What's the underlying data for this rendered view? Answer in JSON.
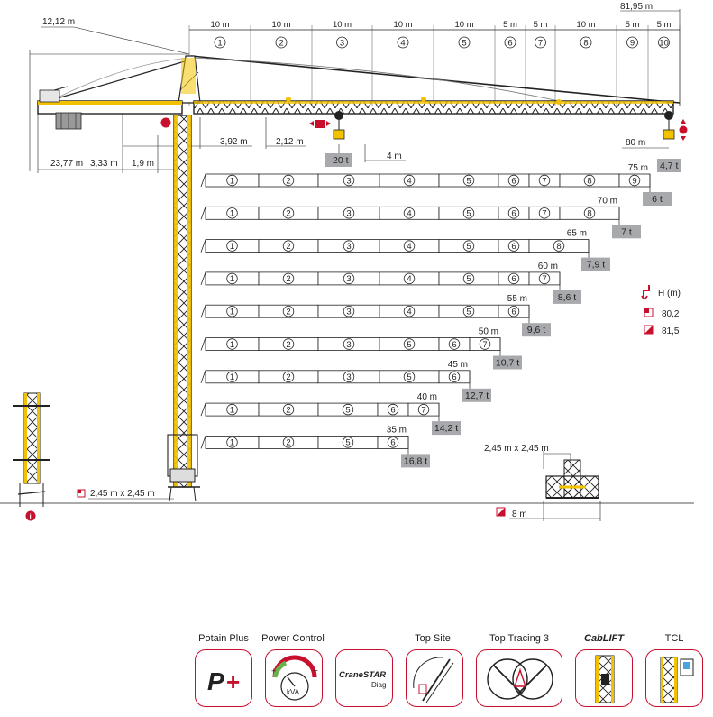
{
  "top_dims": {
    "left_offset": "12,12 m",
    "total": "81,95 m",
    "segments": [
      {
        "len": "10 m",
        "n": "1"
      },
      {
        "len": "10 m",
        "n": "2"
      },
      {
        "len": "10 m",
        "n": "3"
      },
      {
        "len": "10 m",
        "n": "4"
      },
      {
        "len": "10 m",
        "n": "5"
      },
      {
        "len": "5 m",
        "n": "6"
      },
      {
        "len": "5 m",
        "n": "7"
      },
      {
        "len": "10 m",
        "n": "8"
      },
      {
        "len": "5 m",
        "n": "9"
      },
      {
        "len": "5 m",
        "n": "10"
      }
    ]
  },
  "mast_dims": {
    "counter_jib": "23,77 m",
    "d333": "3,33 m",
    "d19": "1,9 m",
    "d392": "3,92 m",
    "d212": "2,12 m",
    "trolley": "4 m",
    "tip_radius": "80 m",
    "max_load": "20 t",
    "tip_load": "4,7 t"
  },
  "configs": [
    {
      "radius": "75 m",
      "segs": [
        "1",
        "2",
        "3",
        "4",
        "5",
        "6",
        "7",
        "8",
        "9"
      ],
      "load": "6 t"
    },
    {
      "radius": "70 m",
      "segs": [
        "1",
        "2",
        "3",
        "4",
        "5",
        "6",
        "7",
        "8"
      ],
      "load": "7 t"
    },
    {
      "radius": "65 m",
      "segs": [
        "1",
        "2",
        "3",
        "4",
        "5",
        "6",
        "8"
      ],
      "load": "7,9 t"
    },
    {
      "radius": "60 m",
      "segs": [
        "1",
        "2",
        "3",
        "4",
        "5",
        "6",
        "7"
      ],
      "load": "8,6 t"
    },
    {
      "radius": "55 m",
      "segs": [
        "1",
        "2",
        "3",
        "4",
        "5",
        "6"
      ],
      "load": "9,6 t"
    },
    {
      "radius": "50 m",
      "segs": [
        "1",
        "2",
        "3",
        "5",
        "6",
        "7"
      ],
      "load": "10,7 t"
    },
    {
      "radius": "45 m",
      "segs": [
        "1",
        "2",
        "3",
        "5",
        "6"
      ],
      "load": "12,7 t"
    },
    {
      "radius": "40 m",
      "segs": [
        "1",
        "2",
        "5",
        "6",
        "7"
      ],
      "load": "14,2 t"
    },
    {
      "radius": "35 m",
      "segs": [
        "1",
        "2",
        "5",
        "6"
      ],
      "load": "16,8 t"
    }
  ],
  "legend": {
    "title": "H (m)",
    "values": [
      "80,2",
      "81,5"
    ]
  },
  "base": {
    "mast_section": "2,45 m x 2,45 m",
    "right_section": "2,45 m x 2,45 m",
    "base_width": "8 m",
    "info_mark": "i"
  },
  "features": [
    {
      "label": "Potain Plus",
      "icon": "potain-plus-icon"
    },
    {
      "label": "Power Control",
      "icon": "power-control-icon",
      "sub": "kVA"
    },
    {
      "label": "",
      "icon": "cranestar-diag-icon",
      "logo": "CraneSTAR",
      "sub": "Diag"
    },
    {
      "label": "Top Site",
      "icon": "top-site-icon"
    },
    {
      "label": "Top Tracing 3",
      "icon": "top-tracing-icon"
    },
    {
      "label": "CabLIFT",
      "icon": "cablift-icon"
    },
    {
      "label": "TCL",
      "icon": "tcl-icon"
    }
  ],
  "colors": {
    "accent_red": "#c8102e",
    "crane_yellow": "#f2c200",
    "steel": "#333333",
    "load_grey": "#a7a9ac"
  }
}
